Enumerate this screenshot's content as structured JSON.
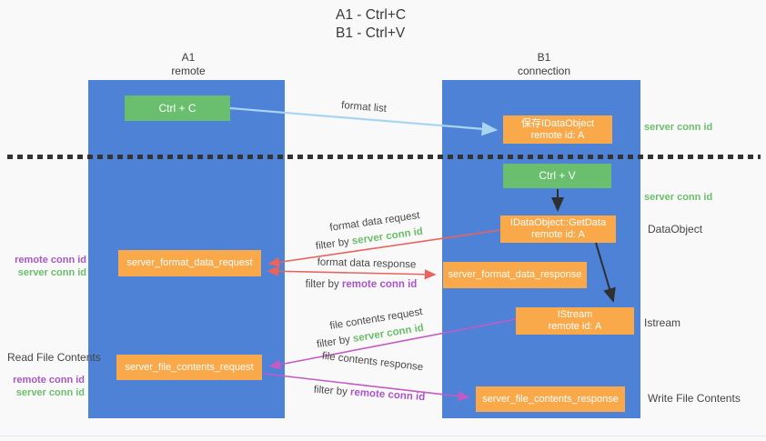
{
  "title": {
    "line1": "A1 - Ctrl+C",
    "line2": "B1 - Ctrl+V"
  },
  "columns": {
    "a": {
      "name": "A1",
      "subtitle": "remote"
    },
    "b": {
      "name": "B1",
      "subtitle": "connection"
    }
  },
  "nodes": {
    "ctrl_c": {
      "label": "Ctrl + C"
    },
    "save_dataobject": {
      "line1": "保存IDataObject",
      "line2": "remote id: A"
    },
    "ctrl_v": {
      "label": "Ctrl + V"
    },
    "getdata": {
      "line1": "IDataObject::GetData",
      "line2": "remote id: A"
    },
    "server_format_data_request": {
      "label": "server_format_data_request"
    },
    "server_format_data_response": {
      "label": "server_format_data_response"
    },
    "istream": {
      "line1": "IStream",
      "line2": "remote id: A"
    },
    "server_file_contents_request": {
      "label": "server_file_contents_request"
    },
    "server_file_contents_response": {
      "label": "server_file_contents_response"
    }
  },
  "arrow_labels": {
    "format_list": "format list",
    "format_data_request": "format data request",
    "format_data_response": "format data response",
    "file_contents_request": "file contents request",
    "file_contents_response": "file contents response",
    "filter_by": "filter by ",
    "server_conn_id": "server conn id",
    "remote_conn_id": "remote conn id"
  },
  "side_labels": {
    "left_format_remote": "remote conn id",
    "left_format_server": "server conn id",
    "read_file_contents": "Read File Contents",
    "left_file_remote": "remote conn id",
    "left_file_server": "server conn id",
    "right_copy_server": "server conn id",
    "right_paste_server": "server conn id",
    "dataobject": "DataObject",
    "istream": "Istream",
    "write_file_contents": "Write File Contents"
  },
  "colors": {
    "column_blue": "#4d82d6",
    "box_green": "#6abf6e",
    "box_orange": "#f9a94a",
    "green_label": "#6abf69",
    "purple_label": "#a855c8",
    "red_arrow": "#e8645c",
    "purple_arrow": "#c45ac4",
    "blue_arrow": "#a9d5f2",
    "black_arrow": "#2f2f2f",
    "dotted_line": "#333333"
  }
}
